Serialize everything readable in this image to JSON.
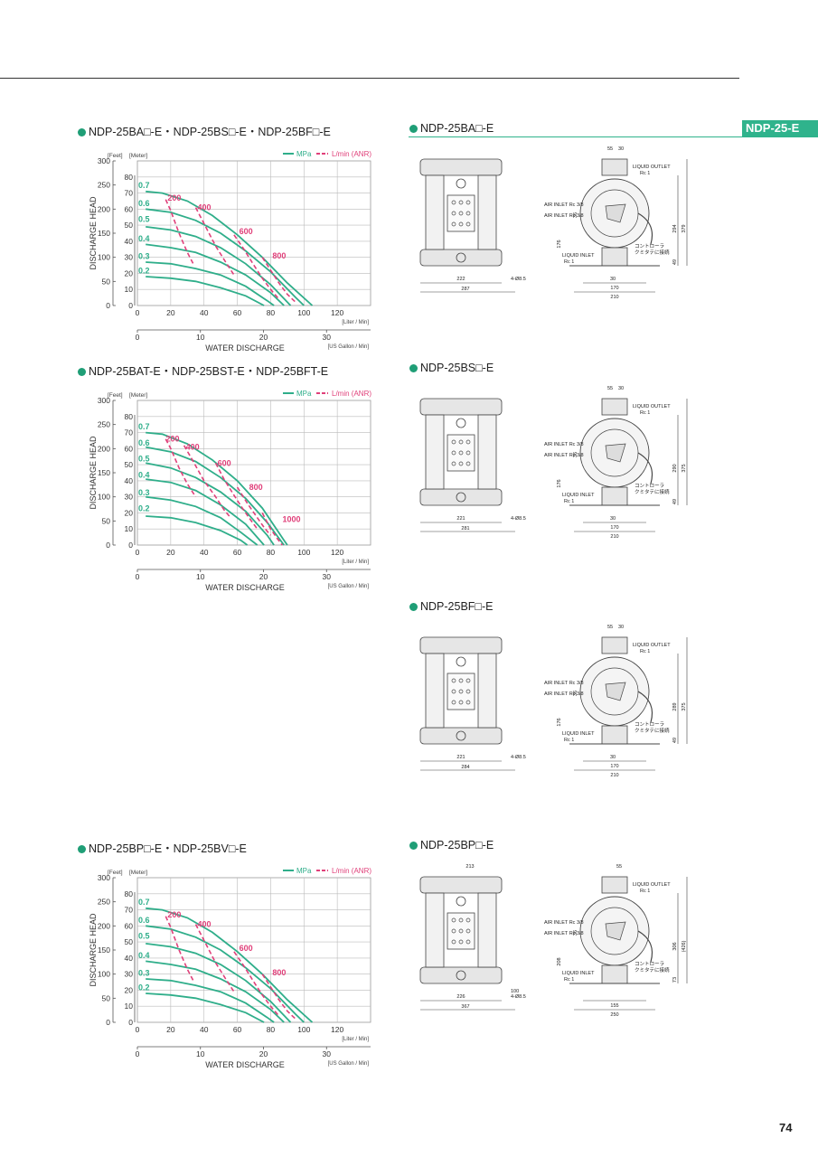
{
  "badge": "NDP-25-E",
  "page_number": "74",
  "charts": [
    {
      "title": "NDP-25BA□-E・NDP-25BS□-E・NDP-25BF□-E",
      "mpa": [
        {
          "label": "0.7",
          "pts": [
            [
              5,
              71
            ],
            [
              15,
              70
            ],
            [
              30,
              65
            ],
            [
              45,
              56
            ],
            [
              60,
              44
            ],
            [
              75,
              30
            ],
            [
              90,
              14
            ],
            [
              105,
              0
            ]
          ]
        },
        {
          "label": "0.6",
          "pts": [
            [
              5,
              60
            ],
            [
              20,
              58
            ],
            [
              35,
              53
            ],
            [
              50,
              45
            ],
            [
              65,
              34
            ],
            [
              80,
              21
            ],
            [
              95,
              5
            ],
            [
              100,
              0
            ]
          ]
        },
        {
          "label": "0.5",
          "pts": [
            [
              5,
              49
            ],
            [
              20,
              47
            ],
            [
              35,
              43
            ],
            [
              50,
              36
            ],
            [
              65,
              26
            ],
            [
              80,
              13
            ],
            [
              92,
              0
            ]
          ]
        },
        {
          "label": "0.4",
          "pts": [
            [
              5,
              38
            ],
            [
              20,
              36
            ],
            [
              35,
              33
            ],
            [
              50,
              27
            ],
            [
              65,
              19
            ],
            [
              80,
              8
            ],
            [
              88,
              0
            ]
          ]
        },
        {
          "label": "0.3",
          "pts": [
            [
              5,
              27
            ],
            [
              20,
              26
            ],
            [
              35,
              23
            ],
            [
              50,
              19
            ],
            [
              65,
              12
            ],
            [
              78,
              3
            ],
            [
              82,
              0
            ]
          ]
        },
        {
          "label": "0.2",
          "pts": [
            [
              5,
              18
            ],
            [
              20,
              17
            ],
            [
              35,
              15
            ],
            [
              50,
              11
            ],
            [
              65,
              6
            ],
            [
              76,
              0
            ]
          ]
        }
      ],
      "flow": [
        {
          "label": "200",
          "pts": [
            [
              17,
              66
            ],
            [
              20,
              59
            ],
            [
              25,
              45
            ],
            [
              30,
              33
            ],
            [
              34,
              25
            ]
          ]
        },
        {
          "label": "400",
          "pts": [
            [
              35,
              61
            ],
            [
              40,
              51
            ],
            [
              47,
              37
            ],
            [
              53,
              27
            ],
            [
              58,
              19
            ]
          ]
        },
        {
          "label": "600",
          "pts": [
            [
              58,
              44
            ],
            [
              64,
              35
            ],
            [
              70,
              25
            ],
            [
              75,
              17
            ],
            [
              80,
              10
            ],
            [
              85,
              4
            ]
          ]
        },
        {
          "label": "800",
          "pts": [
            [
              75,
              30
            ],
            [
              80,
              22
            ],
            [
              85,
              14
            ],
            [
              90,
              7
            ],
            [
              95,
              2
            ]
          ]
        }
      ],
      "mpa_pos": [
        [
          0.7,
          73
        ],
        [
          0.6,
          62
        ],
        [
          0.5,
          52
        ],
        [
          0.4,
          40
        ],
        [
          0.3,
          29
        ],
        [
          0.2,
          20
        ]
      ],
      "flow_pos": [
        [
          17,
          67
        ],
        [
          35,
          61
        ],
        [
          60,
          46
        ],
        [
          80,
          31
        ]
      ]
    },
    {
      "title": "NDP-25BAT-E・NDP-25BST-E・NDP-25BFT-E",
      "mpa": [
        {
          "label": "0.7",
          "pts": [
            [
              5,
              70
            ],
            [
              15,
              69
            ],
            [
              30,
              63
            ],
            [
              45,
              53
            ],
            [
              60,
              40
            ],
            [
              75,
              23
            ],
            [
              88,
              3
            ],
            [
              90,
              0
            ]
          ]
        },
        {
          "label": "0.6",
          "pts": [
            [
              5,
              61
            ],
            [
              20,
              58
            ],
            [
              35,
              52
            ],
            [
              50,
              42
            ],
            [
              65,
              29
            ],
            [
              78,
              14
            ],
            [
              88,
              0
            ]
          ]
        },
        {
          "label": "0.5",
          "pts": [
            [
              5,
              51
            ],
            [
              20,
              48
            ],
            [
              35,
              42
            ],
            [
              50,
              33
            ],
            [
              65,
              21
            ],
            [
              78,
              6
            ],
            [
              82,
              0
            ]
          ]
        },
        {
          "label": "0.4",
          "pts": [
            [
              5,
              41
            ],
            [
              20,
              39
            ],
            [
              35,
              34
            ],
            [
              50,
              25
            ],
            [
              65,
              13
            ],
            [
              76,
              0
            ]
          ]
        },
        {
          "label": "0.3",
          "pts": [
            [
              5,
              30
            ],
            [
              20,
              28
            ],
            [
              35,
              24
            ],
            [
              50,
              17
            ],
            [
              62,
              8
            ],
            [
              72,
              0
            ]
          ]
        },
        {
          "label": "0.2",
          "pts": [
            [
              5,
              18
            ],
            [
              20,
              17
            ],
            [
              35,
              14
            ],
            [
              50,
              9
            ],
            [
              62,
              3
            ],
            [
              66,
              0
            ]
          ]
        }
      ],
      "flow": [
        {
          "label": "200",
          "pts": [
            [
              17,
              66
            ],
            [
              20,
              60
            ],
            [
              25,
              48
            ],
            [
              30,
              38
            ],
            [
              35,
              30
            ]
          ]
        },
        {
          "label": "400",
          "pts": [
            [
              28,
              62
            ],
            [
              33,
              53
            ],
            [
              40,
              40
            ],
            [
              47,
              30
            ],
            [
              52,
              22
            ],
            [
              56,
              17
            ]
          ]
        },
        {
          "label": "600",
          "pts": [
            [
              47,
              51
            ],
            [
              52,
              41
            ],
            [
              58,
              31
            ],
            [
              63,
              23
            ],
            [
              67,
              17
            ],
            [
              72,
              10
            ]
          ]
        },
        {
          "label": "800",
          "pts": [
            [
              60,
              36
            ],
            [
              66,
              26
            ],
            [
              72,
              17
            ],
            [
              76,
              11
            ],
            [
              80,
              6
            ]
          ]
        },
        {
          "label": "1000",
          "pts": [
            [
              75,
              20
            ],
            [
              80,
              10
            ],
            [
              84,
              4
            ],
            [
              87,
              0
            ]
          ]
        }
      ],
      "mpa_pos": [
        [
          0.7,
          72
        ],
        [
          0.6,
          62
        ],
        [
          0.5,
          52
        ],
        [
          0.4,
          42
        ],
        [
          0.3,
          31
        ],
        [
          0.2,
          21
        ]
      ],
      "flow_pos": [
        [
          16,
          66
        ],
        [
          28,
          61
        ],
        [
          47,
          51
        ],
        [
          66,
          36
        ],
        [
          86,
          16
        ]
      ]
    },
    {
      "title": "NDP-25BP□-E・NDP-25BV□-E",
      "mpa": [
        {
          "label": "0.7",
          "pts": [
            [
              5,
              71
            ],
            [
              15,
              70
            ],
            [
              30,
              65
            ],
            [
              45,
              56
            ],
            [
              60,
              44
            ],
            [
              75,
              30
            ],
            [
              90,
              14
            ],
            [
              105,
              0
            ]
          ]
        },
        {
          "label": "0.6",
          "pts": [
            [
              5,
              60
            ],
            [
              20,
              58
            ],
            [
              35,
              53
            ],
            [
              50,
              45
            ],
            [
              65,
              34
            ],
            [
              80,
              21
            ],
            [
              95,
              5
            ],
            [
              100,
              0
            ]
          ]
        },
        {
          "label": "0.5",
          "pts": [
            [
              5,
              49
            ],
            [
              20,
              47
            ],
            [
              35,
              43
            ],
            [
              50,
              36
            ],
            [
              65,
              26
            ],
            [
              80,
              13
            ],
            [
              92,
              0
            ]
          ]
        },
        {
          "label": "0.4",
          "pts": [
            [
              5,
              38
            ],
            [
              20,
              36
            ],
            [
              35,
              33
            ],
            [
              50,
              27
            ],
            [
              65,
              19
            ],
            [
              80,
              8
            ],
            [
              88,
              0
            ]
          ]
        },
        {
          "label": "0.3",
          "pts": [
            [
              5,
              27
            ],
            [
              20,
              26
            ],
            [
              35,
              23
            ],
            [
              50,
              19
            ],
            [
              65,
              12
            ],
            [
              78,
              3
            ],
            [
              82,
              0
            ]
          ]
        },
        {
          "label": "0.2",
          "pts": [
            [
              5,
              18
            ],
            [
              20,
              17
            ],
            [
              35,
              15
            ],
            [
              50,
              11
            ],
            [
              65,
              6
            ],
            [
              76,
              0
            ]
          ]
        }
      ],
      "flow": [
        {
          "label": "200",
          "pts": [
            [
              17,
              66
            ],
            [
              20,
              59
            ],
            [
              25,
              45
            ],
            [
              30,
              33
            ],
            [
              34,
              25
            ]
          ]
        },
        {
          "label": "400",
          "pts": [
            [
              35,
              61
            ],
            [
              40,
              51
            ],
            [
              47,
              37
            ],
            [
              53,
              27
            ],
            [
              58,
              19
            ]
          ]
        },
        {
          "label": "600",
          "pts": [
            [
              58,
              44
            ],
            [
              64,
              35
            ],
            [
              70,
              25
            ],
            [
              75,
              17
            ],
            [
              80,
              10
            ],
            [
              85,
              4
            ]
          ]
        },
        {
          "label": "800",
          "pts": [
            [
              75,
              30
            ],
            [
              80,
              22
            ],
            [
              85,
              14
            ],
            [
              90,
              7
            ],
            [
              95,
              2
            ]
          ]
        }
      ],
      "mpa_pos": [
        [
          0.7,
          73
        ],
        [
          0.6,
          62
        ],
        [
          0.5,
          52
        ],
        [
          0.4,
          40
        ],
        [
          0.3,
          29
        ],
        [
          0.2,
          20
        ]
      ],
      "flow_pos": [
        [
          17,
          67
        ],
        [
          35,
          61
        ],
        [
          60,
          46
        ],
        [
          80,
          31
        ]
      ]
    }
  ],
  "chart_common": {
    "feet_label": "[Feet]",
    "meter_label": "[Meter]",
    "legend_mpa": "MPa",
    "legend_flow": "L/min (ANR)",
    "ylabel": "DISCHARGE HEAD",
    "xlabel": "WATER DISCHARGE",
    "liter_unit": "[Liter / Min]",
    "gallon_unit": "[US Gallon / Min]",
    "feet_ticks": [
      "300",
      "250",
      "200",
      "150",
      "100",
      "50",
      "0"
    ],
    "meter_ticks": [
      "80",
      "70",
      "60",
      "50",
      "40",
      "30",
      "20",
      "10",
      "0"
    ],
    "liter_ticks": [
      "0",
      "20",
      "40",
      "60",
      "80",
      "100",
      "120"
    ],
    "gallon_ticks": [
      "0",
      "10",
      "20",
      "30"
    ],
    "colors": {
      "mpa": "#2fae8a",
      "flow": "#e0407a",
      "grid": "#999999"
    }
  },
  "drawings": [
    {
      "title": "NDP-25BA□-E",
      "dims": [
        "55",
        "30",
        "LIQUID OUTLET",
        "Rc 1",
        "AIR INLET Rc 3/8",
        "AIR INLET Rc 3/8",
        "36",
        "294",
        "379",
        "コントローラ",
        "クミタテに接続",
        "LIQUID INLET",
        "Rc 1",
        "176",
        "49",
        "4-Ø8.5",
        "222",
        "287",
        "30",
        "170",
        "210"
      ]
    },
    {
      "title": "NDP-25BS□-E",
      "dims": [
        "55",
        "30",
        "LIQUID OUTLET",
        "Rc 1",
        "AIR INLET Rc 3/8",
        "AIR INLET Rc 3/8",
        "36",
        "290",
        "375",
        "コントローラ",
        "クミタテに接続",
        "LIQUID INLET",
        "Rc 1",
        "176",
        "49",
        "4-Ø8.5",
        "221",
        "281",
        "30",
        "170",
        "210"
      ]
    },
    {
      "title": "NDP-25BF□-E",
      "dims": [
        "55",
        "30",
        "LIQUID OUTLET",
        "Rc 1",
        "AIR INLET Rc 3/8",
        "AIR INLET Rc 3/8",
        "36",
        "289",
        "375",
        "コントローラ",
        "クミタテに接続",
        "LIQUID INLET",
        "Rc 1",
        "176",
        "49",
        "4-Ø8.5",
        "221",
        "284",
        "30",
        "170",
        "210"
      ]
    },
    {
      "title": "NDP-25BP□-E",
      "dims": [
        "213",
        "55",
        "LIQUID OUTLET",
        "Rc 1",
        "AIR INLET Rc 3/8",
        "AIR INLET Rc 3/8",
        "36",
        "306",
        "(426)",
        "コントローラ",
        "クミタテに接続",
        "LIQUID INLET",
        "Rc 1",
        "208",
        "73",
        "4-Ø8.5",
        "226",
        "100",
        "367",
        "155",
        "250"
      ]
    }
  ]
}
